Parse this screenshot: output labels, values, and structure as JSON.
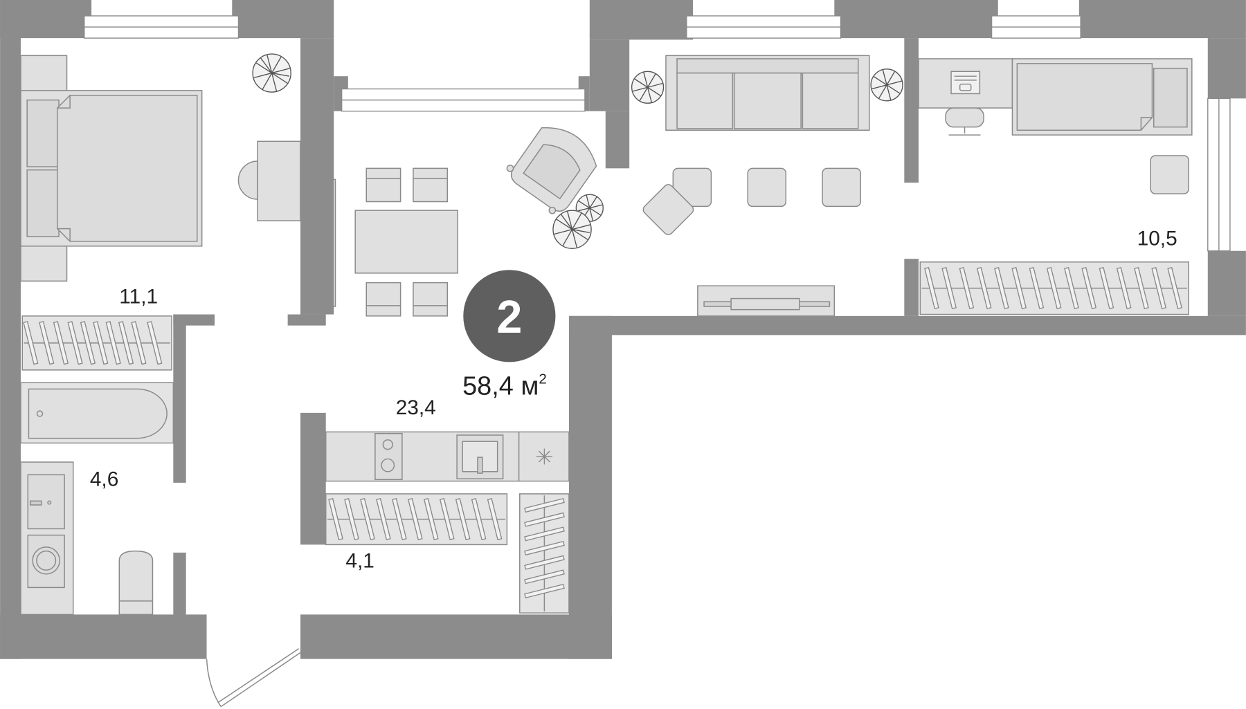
{
  "plan": {
    "rooms_count": "2",
    "total_area": "58,4 м",
    "total_area_sup": "2",
    "rooms": [
      {
        "id": "bedroom",
        "area": "11,1"
      },
      {
        "id": "living-kitchen",
        "area": "23,4"
      },
      {
        "id": "bathroom",
        "area": "4,6"
      },
      {
        "id": "hall",
        "area": "4,1"
      },
      {
        "id": "room-2",
        "area": "10,5"
      }
    ]
  },
  "colors": {
    "wall": "#8c8c8d",
    "furniture_fill": "#e0e0e0",
    "furniture_stroke": "#8a8a8a",
    "badge": "#5f5f60",
    "text": "#222222"
  }
}
